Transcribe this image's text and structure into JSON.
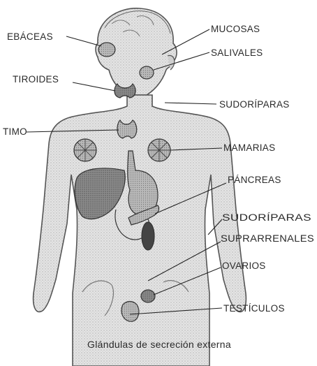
{
  "diagram": {
    "labels": {
      "sebaceas": "EBÁCEAS",
      "mucosas": "MUCOSAS",
      "salivales": "SALIVALES",
      "tiroides": "TIROIDES",
      "sudoriparas_upper": "SUDORÍPARAS",
      "timo": "TIMO",
      "mamarias": "MAMARIAS",
      "pancreas": "PÁNCREAS",
      "sudoriparas_lower": "SUDORÍPARAS",
      "suprarrenales": "SUPRARRENALES",
      "ovarios": "OVARIOS",
      "testiculos": "TESTÍCULOS"
    },
    "caption": "Glándulas de secreción externa"
  }
}
